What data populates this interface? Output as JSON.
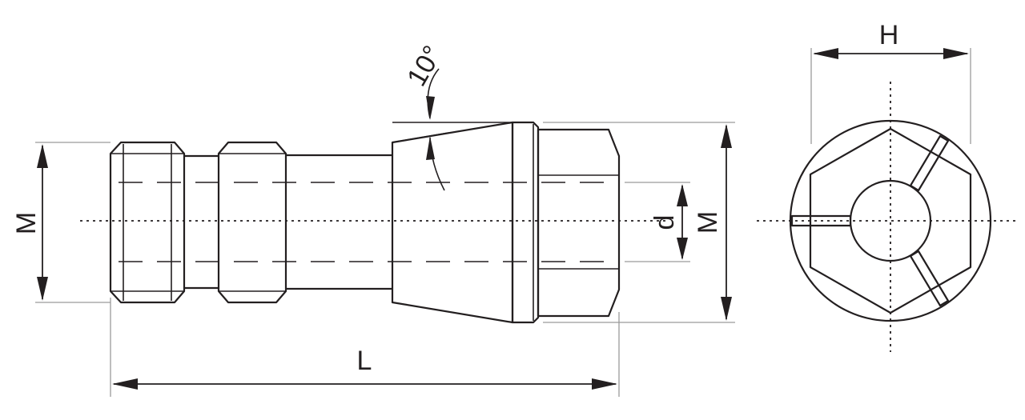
{
  "labels": {
    "m_left": "M",
    "m_right": "M",
    "d": "d",
    "l": "L",
    "h": "H",
    "angle": "10°"
  }
}
